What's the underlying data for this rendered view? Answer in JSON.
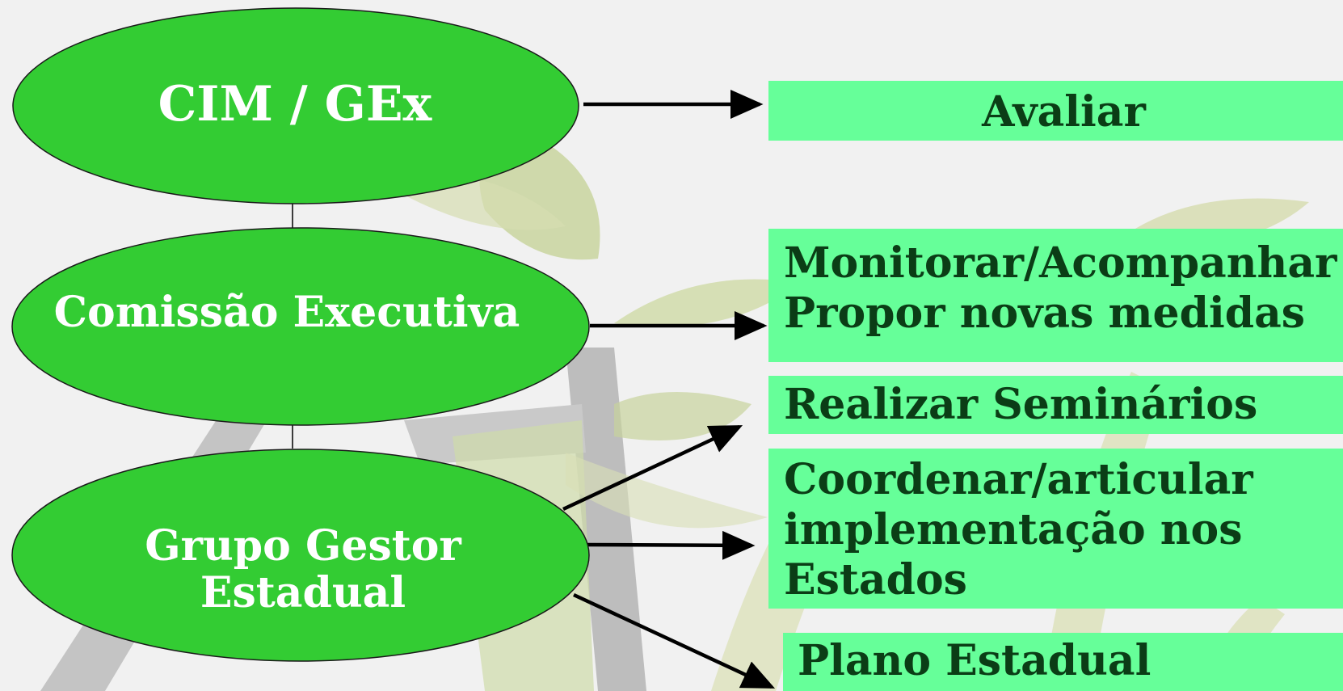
{
  "colors": {
    "ellipse_fill": "#33cc33",
    "box_fill": "#66ff99",
    "box_text": "#0b3d16",
    "ellipse_text": "#ffffff",
    "arrow": "#000000",
    "background": "#f1f1f1"
  },
  "diagram": {
    "nodes": [
      {
        "id": "cim-gex",
        "label": "CIM / GEx"
      },
      {
        "id": "comissao-executiva",
        "label": "Comissão Executiva"
      },
      {
        "id": "grupo-gestor-estadual",
        "label_line1": "Grupo Gestor",
        "label_line2": "Estadual"
      }
    ],
    "tasks": {
      "avaliar": "Avaliar",
      "monitorar": "Monitorar/Acompanhar",
      "propor": "Propor novas medidas",
      "seminarios": "Realizar Seminários",
      "coordenar_line1": "Coordenar/articular",
      "coordenar_line2": "implementação nos",
      "coordenar_line3": "Estados",
      "plano": "Plano Estadual"
    },
    "edges": [
      {
        "from": "cim-gex",
        "to": "avaliar"
      },
      {
        "from": "comissao-executiva",
        "to": "monitorar"
      },
      {
        "from": "grupo-gestor-estadual",
        "to": "seminarios"
      },
      {
        "from": "grupo-gestor-estadual",
        "to": "coordenar"
      },
      {
        "from": "grupo-gestor-estadual",
        "to": "plano"
      }
    ]
  }
}
